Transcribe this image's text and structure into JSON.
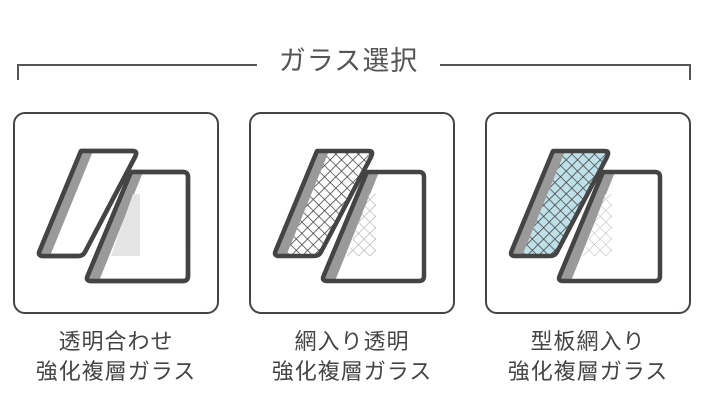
{
  "header": {
    "title": "ガラス選択"
  },
  "options": [
    {
      "line1": "透明合わせ",
      "line2": "強化複層ガラス",
      "pattern": "clear",
      "front_fill": "#ffffff"
    },
    {
      "line1": "網入り透明",
      "line2": "強化複層ガラス",
      "pattern": "wire-mesh",
      "front_fill": "#ffffff"
    },
    {
      "line1": "型板網入り",
      "line2": "強化複層ガラス",
      "pattern": "wire-mesh-figured",
      "front_fill": "#bfe0e8"
    }
  ],
  "colors": {
    "outline": "#444444",
    "edge_gray": "#9a9a9a",
    "back_panel": "#e4e4e4",
    "tint_blue": "#bfe0e8"
  }
}
